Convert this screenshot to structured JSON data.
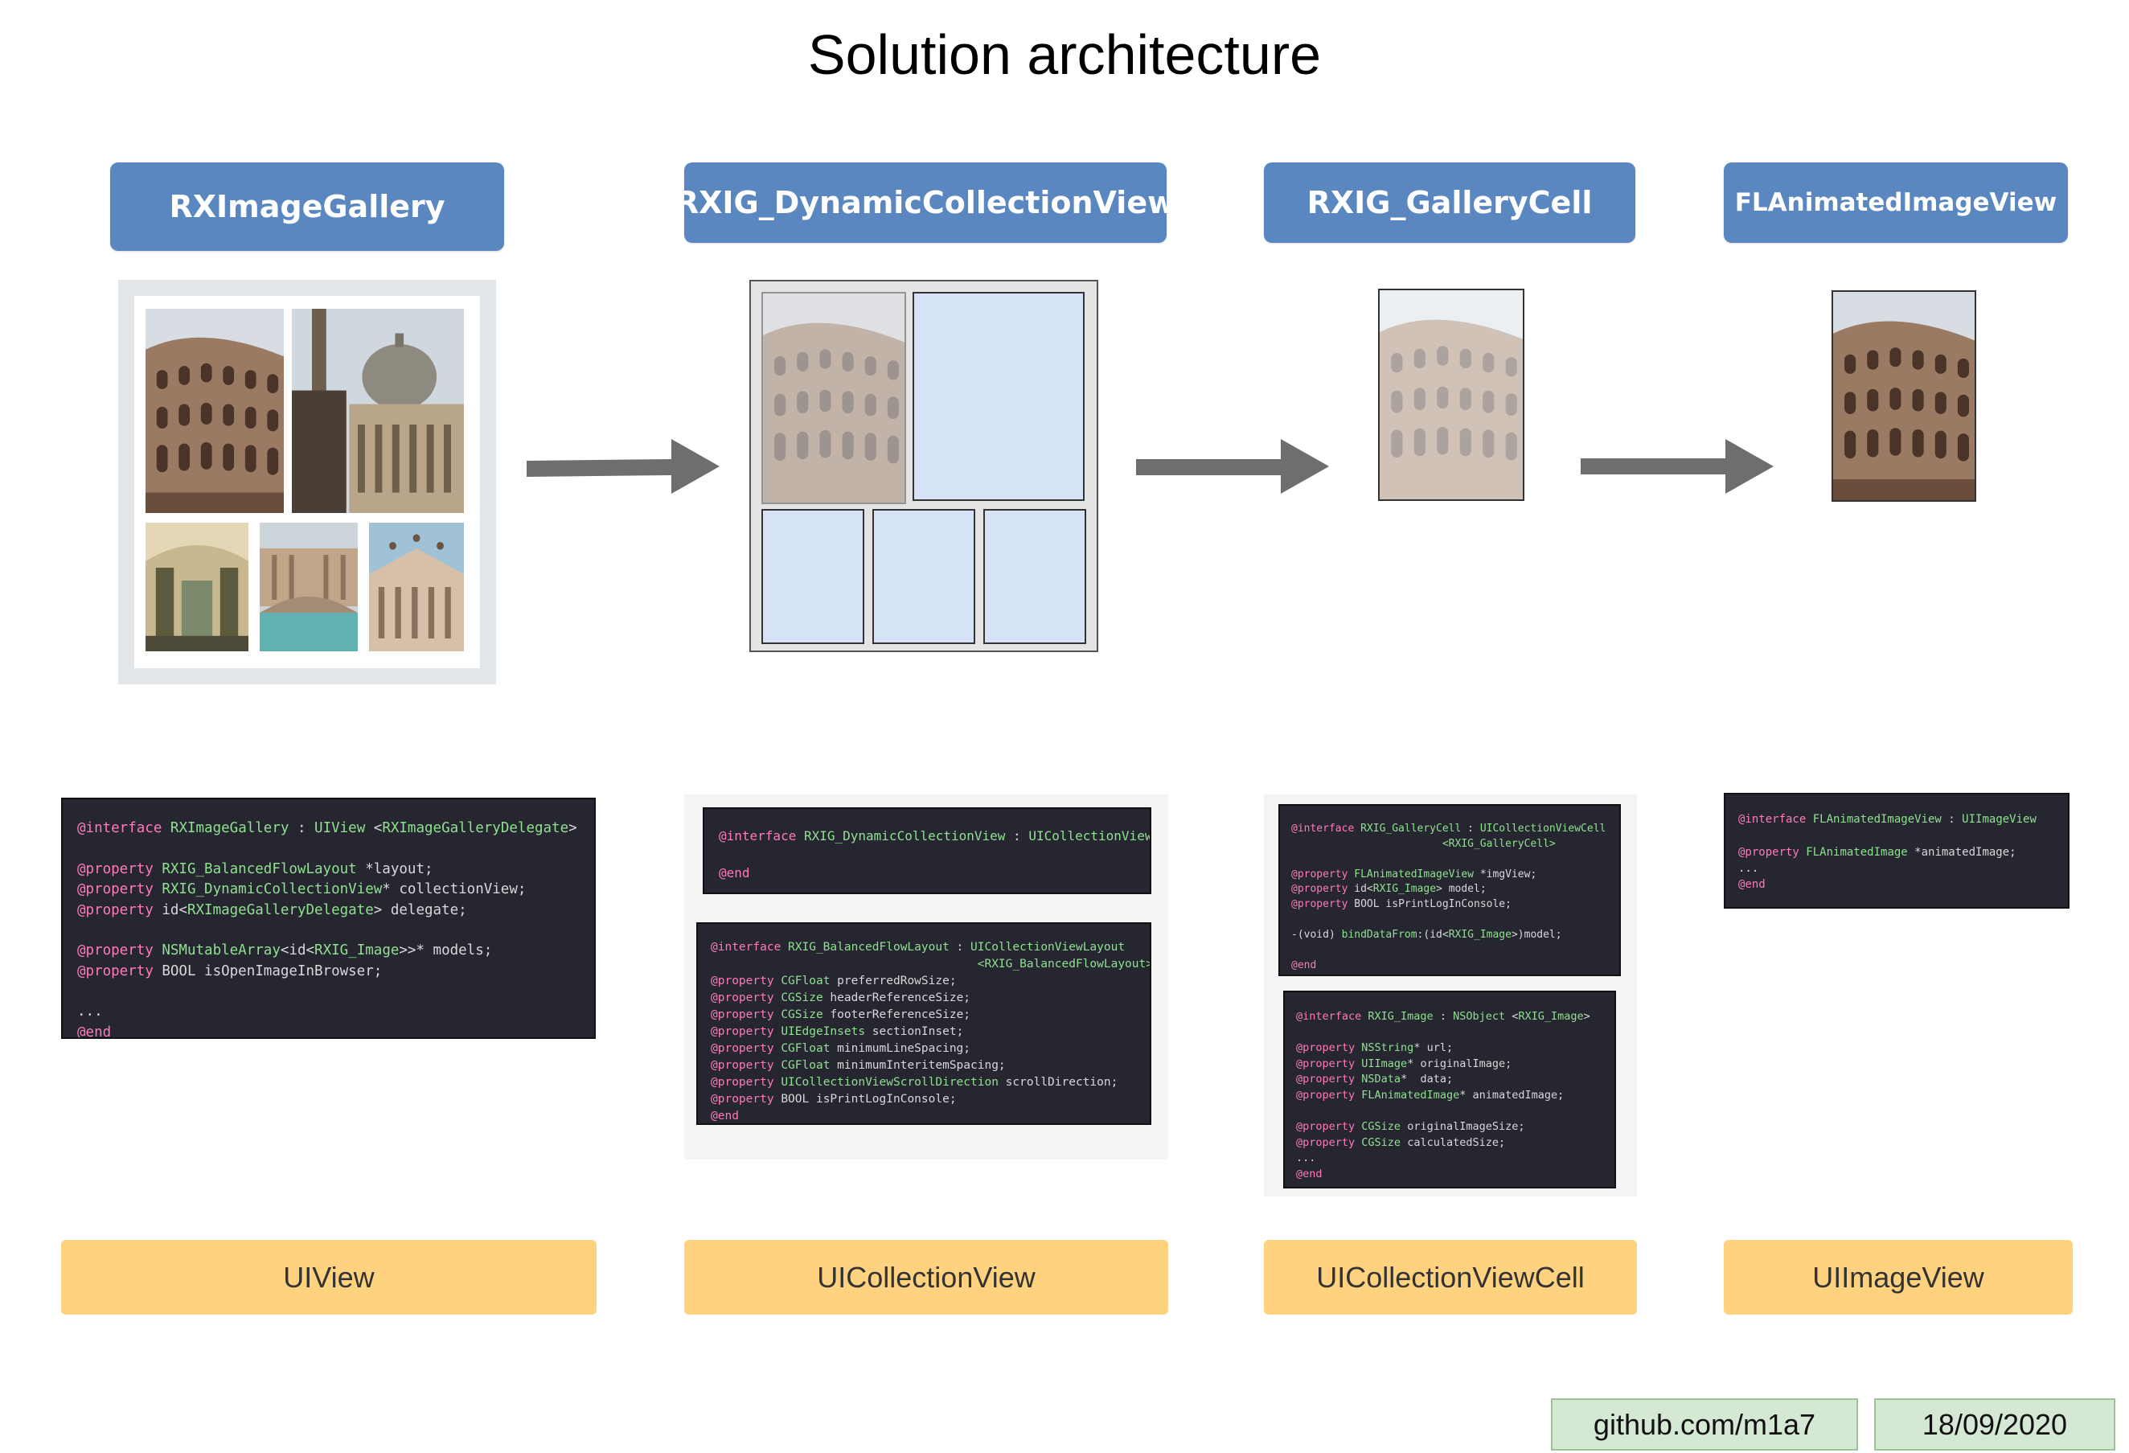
{
  "title": "Solution architecture",
  "columns": [
    {
      "header": "RXImageGallery",
      "base_class": "UIView",
      "code_blocks": [
        [
          [
            [
              "k",
              "@interface "
            ],
            [
              "t",
              "RXImageGallery"
            ],
            [
              "p",
              " : "
            ],
            [
              "t",
              "UIView"
            ],
            [
              "p",
              " <"
            ],
            [
              "t",
              "RXImageGalleryDelegate"
            ],
            [
              "p",
              ">"
            ]
          ],
          [],
          [
            [
              "k",
              "@property "
            ],
            [
              "t",
              "RXIG_BalancedFlowLayout"
            ],
            [
              "p",
              " *layout;"
            ]
          ],
          [
            [
              "k",
              "@property "
            ],
            [
              "t",
              "RXIG_DynamicCollectionView"
            ],
            [
              "p",
              "* collectionView;"
            ]
          ],
          [
            [
              "k",
              "@property "
            ],
            [
              "p",
              "id<"
            ],
            [
              "t",
              "RXImageGalleryDelegate"
            ],
            [
              "p",
              "> delegate;"
            ]
          ],
          [],
          [
            [
              "k",
              "@property "
            ],
            [
              "t",
              "NSMutableArray"
            ],
            [
              "p",
              "<id<"
            ],
            [
              "t",
              "RXIG_Image"
            ],
            [
              "p",
              ">>* models;"
            ]
          ],
          [
            [
              "k",
              "@property "
            ],
            [
              "p",
              "BOOL isOpenImageInBrowser;"
            ]
          ],
          [],
          [
            [
              "p",
              "..."
            ]
          ],
          [
            [
              "k",
              "@end"
            ]
          ]
        ]
      ]
    },
    {
      "header": "RXIG_DynamicCollectionView",
      "base_class": "UICollectionView",
      "code_blocks": [
        [
          [
            [
              "k",
              "@interface "
            ],
            [
              "t",
              "RXIG_DynamicCollectionView"
            ],
            [
              "p",
              " : "
            ],
            [
              "t",
              "UICollectionView"
            ]
          ],
          [],
          [
            [
              "k",
              "@end"
            ]
          ]
        ],
        [
          [
            [
              "k",
              "@interface "
            ],
            [
              "t",
              "RXIG_BalancedFlowLayout"
            ],
            [
              "p",
              " : "
            ],
            [
              "t",
              "UICollectionViewLayout"
            ]
          ],
          [
            [
              "p",
              "                                      "
            ],
            [
              "t",
              "<RXIG_BalancedFlowLayout>"
            ]
          ],
          [
            [
              "k",
              "@property "
            ],
            [
              "t",
              "CGFloat"
            ],
            [
              "p",
              " preferredRowSize;"
            ]
          ],
          [
            [
              "k",
              "@property "
            ],
            [
              "t",
              "CGSize"
            ],
            [
              "p",
              " headerReferenceSize;"
            ]
          ],
          [
            [
              "k",
              "@property "
            ],
            [
              "t",
              "CGSize"
            ],
            [
              "p",
              " footerReferenceSize;"
            ]
          ],
          [
            [
              "k",
              "@property "
            ],
            [
              "t",
              "UIEdgeInsets"
            ],
            [
              "p",
              " sectionInset;"
            ]
          ],
          [
            [
              "k",
              "@property "
            ],
            [
              "t",
              "CGFloat"
            ],
            [
              "p",
              " minimumLineSpacing;"
            ]
          ],
          [
            [
              "k",
              "@property "
            ],
            [
              "t",
              "CGFloat"
            ],
            [
              "p",
              " minimumInteritemSpacing;"
            ]
          ],
          [
            [
              "k",
              "@property "
            ],
            [
              "t",
              "UICollectionViewScrollDirection"
            ],
            [
              "p",
              " scrollDirection;"
            ]
          ],
          [
            [
              "k",
              "@property "
            ],
            [
              "p",
              "BOOL isPrintLogInConsole;"
            ]
          ],
          [
            [
              "k",
              "@end"
            ]
          ]
        ]
      ]
    },
    {
      "header": "RXIG_GalleryCell",
      "base_class": "UICollectionViewCell",
      "code_blocks": [
        [
          [
            [
              "k",
              "@interface "
            ],
            [
              "t",
              "RXIG_GalleryCell"
            ],
            [
              "p",
              " : "
            ],
            [
              "t",
              "UICollectionViewCell"
            ]
          ],
          [
            [
              "p",
              "                        "
            ],
            [
              "t",
              "<RXIG_GalleryCell>"
            ]
          ],
          [],
          [
            [
              "k",
              "@property "
            ],
            [
              "t",
              "FLAnimatedImageView"
            ],
            [
              "p",
              " *imgView;"
            ]
          ],
          [
            [
              "k",
              "@property "
            ],
            [
              "p",
              "id<"
            ],
            [
              "t",
              "RXIG_Image"
            ],
            [
              "p",
              "> model;"
            ]
          ],
          [
            [
              "k",
              "@property "
            ],
            [
              "p",
              "BOOL isPrintLogInConsole;"
            ]
          ],
          [],
          [
            [
              "p",
              "-(void) "
            ],
            [
              "t",
              "bindDataFrom"
            ],
            [
              "p",
              ":(id<"
            ],
            [
              "t",
              "RXIG_Image"
            ],
            [
              "p",
              ">)model;"
            ]
          ],
          [],
          [
            [
              "k",
              "@end"
            ]
          ]
        ],
        [
          [
            [
              "k",
              "@interface "
            ],
            [
              "t",
              "RXIG_Image"
            ],
            [
              "p",
              " : "
            ],
            [
              "t",
              "NSObject"
            ],
            [
              "p",
              " <"
            ],
            [
              "t",
              "RXIG_Image"
            ],
            [
              "p",
              ">"
            ]
          ],
          [],
          [
            [
              "k",
              "@property "
            ],
            [
              "t",
              "NSString"
            ],
            [
              "p",
              "* url;"
            ]
          ],
          [
            [
              "k",
              "@property "
            ],
            [
              "t",
              "UIImage"
            ],
            [
              "p",
              "* originalImage;"
            ]
          ],
          [
            [
              "k",
              "@property "
            ],
            [
              "t",
              "NSData"
            ],
            [
              "p",
              "*  data;"
            ]
          ],
          [
            [
              "k",
              "@property "
            ],
            [
              "t",
              "FLAnimatedImage"
            ],
            [
              "p",
              "* animatedImage;"
            ]
          ],
          [],
          [
            [
              "k",
              "@property "
            ],
            [
              "t",
              "CGSize"
            ],
            [
              "p",
              " originalImageSize;"
            ]
          ],
          [
            [
              "k",
              "@property "
            ],
            [
              "t",
              "CGSize"
            ],
            [
              "p",
              " calculatedSize;"
            ]
          ],
          [
            [
              "p",
              "..."
            ]
          ],
          [
            [
              "k",
              "@end"
            ]
          ]
        ]
      ]
    },
    {
      "header": "FLAnimatedImageView",
      "base_class": "UIImageView",
      "code_blocks": [
        [
          [
            [
              "k",
              "@interface "
            ],
            [
              "t",
              "FLAnimatedImageView"
            ],
            [
              "p",
              " : "
            ],
            [
              "t",
              "UIImageView"
            ]
          ],
          [],
          [
            [
              "k",
              "@property "
            ],
            [
              "t",
              "FLAnimatedImage"
            ],
            [
              "p",
              " *animatedImage;"
            ]
          ],
          [
            [
              "p",
              "..."
            ]
          ],
          [
            [
              "k",
              "@end"
            ]
          ]
        ]
      ]
    }
  ],
  "footer": {
    "github": "github.com/m1a7",
    "date": "18/09/2020"
  },
  "colors": {
    "header_blue": "#5b87c0",
    "base_orange": "#ffd27f",
    "footer_green": "#d5e8d4",
    "code_bg": "#262631",
    "keyword_pink": "#ff7ab6",
    "type_green": "#8fe08f",
    "arrow_gray": "#6e6e6e",
    "cell_blue": "#d6e2f5"
  },
  "icons": [
    "right-arrow-icon"
  ]
}
